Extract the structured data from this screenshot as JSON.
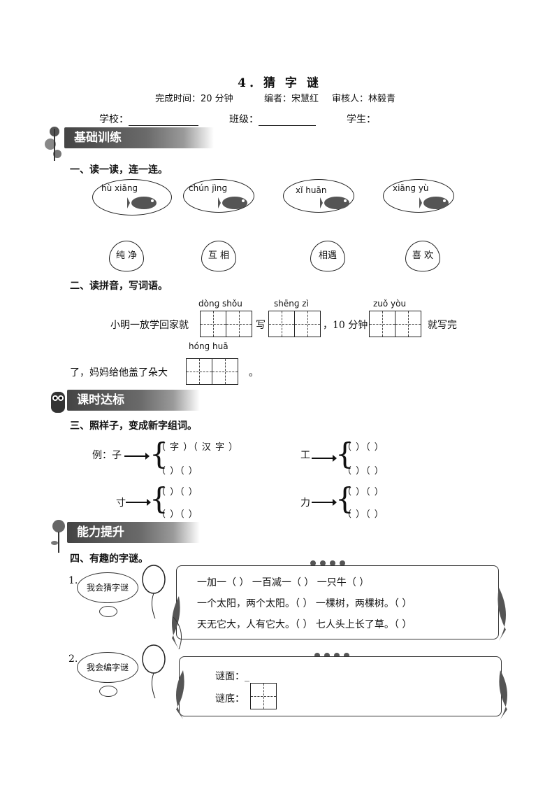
{
  "header": {
    "title": "4．猜 字 谜",
    "time": "完成时间：20 分钟",
    "editor": "编者：宋慧红",
    "reviewer": "审核人：林毅青"
  },
  "info": {
    "school": "学校：",
    "class": "班级：",
    "student": "学生："
  },
  "sections": {
    "basic": "基础训练",
    "class_target": "课时达标",
    "ability": "能力提升"
  },
  "q1": {
    "label": "一、读一读，连一连。",
    "pinyin": [
      "hù  xiānɡ",
      "chún  jìnɡ",
      "xǐ  huān",
      "xiānɡ  yù"
    ],
    "words": [
      "纯 净",
      "互 相",
      "相遇",
      "喜 欢"
    ]
  },
  "q2": {
    "label": "二、读拼音，写词语。",
    "pinyin": [
      "dònɡ  shǒu",
      "shēnɡ  zì",
      "zuǒ  yòu",
      "hónɡ  huā"
    ],
    "text": [
      "小明一放学回家就",
      "写",
      "，10 分钟",
      "就写完",
      "了，妈妈给他盖了朵大",
      "。"
    ]
  },
  "q3": {
    "label": "三、照样子，变成新字组词。",
    "example_prefix": "例：子",
    "example_fill": "（  字  ）（  汉 字  ）",
    "empty_pair": "（      ）（          ）",
    "chars": [
      "工",
      "寸",
      "力"
    ]
  },
  "q4": {
    "label": "四、有趣的字谜。",
    "item1": {
      "num": "1.",
      "bubble": "我会猜字谜",
      "lines": [
        "一加一（        ）    一百减一（        ）    一只牛（        ）",
        "一个太阳，两个太阳。（        ）    一棵树，两棵树。（        ）",
        "天无它大，人有它大。（        ）    七人头上长了草。（        ）"
      ]
    },
    "item2": {
      "num": "2.",
      "bubble": "我会编字谜",
      "riddle_face": "谜面：_",
      "riddle_answer": "谜底："
    }
  }
}
